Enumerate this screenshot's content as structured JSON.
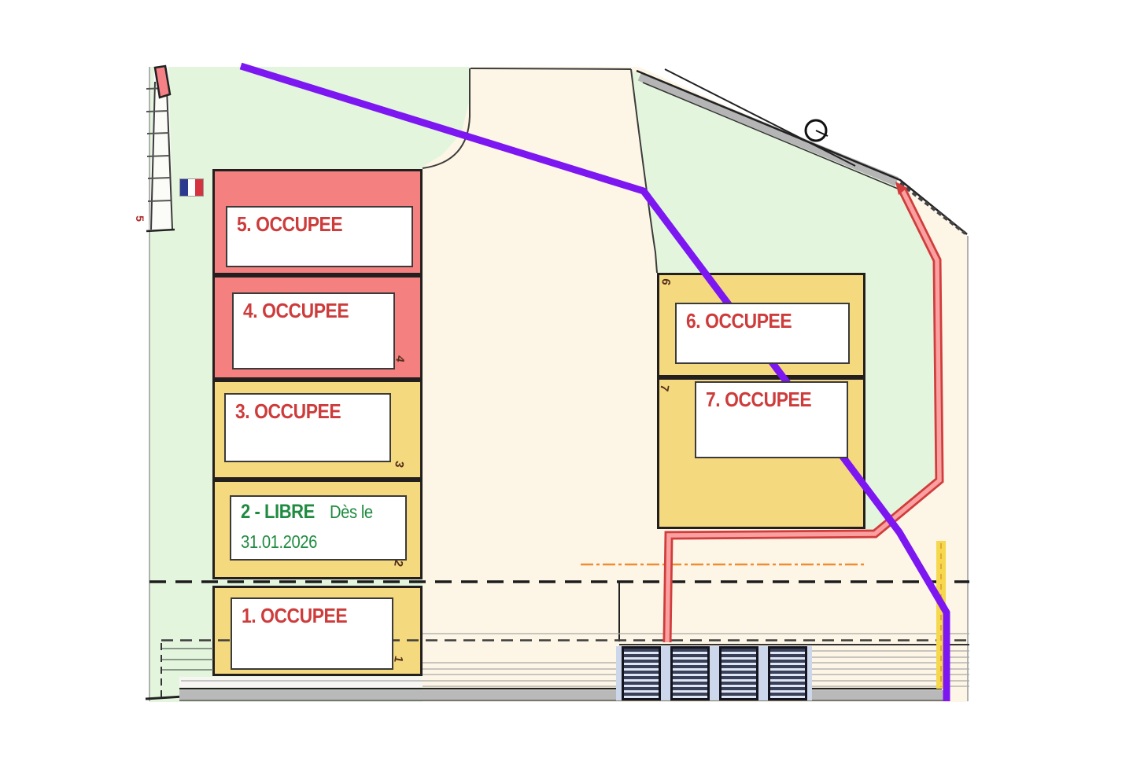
{
  "plan": {
    "plots": [
      {
        "num": "5",
        "label": "5. OCCUPEE",
        "status": "occupee"
      },
      {
        "num": "4",
        "label": "4. OCCUPEE",
        "status": "occupee"
      },
      {
        "num": "3",
        "label": "3. OCCUPEE",
        "status": "occupee"
      },
      {
        "num": "2",
        "label_primary": "2 - LIBRE",
        "label_secondary": "Dès le",
        "label_date": "31.01.2026",
        "status": "libre"
      },
      {
        "num": "1",
        "label": "1. OCCUPEE",
        "status": "occupee"
      },
      {
        "num": "6",
        "label": "6. OCCUPEE",
        "status": "occupee"
      },
      {
        "num": "7",
        "label": "7. OCCUPEE",
        "status": "occupee"
      }
    ],
    "edge_label": "5",
    "flag": "france-flag",
    "colors": {
      "zone_green": "#e4f5de",
      "zone_beige": "#fdf6e6",
      "plot_pink": "#f58080",
      "plot_yellow": "#f5d97e",
      "status_occupied_text": "#ce3b3b",
      "status_free_text": "#1f8b40",
      "utility_purple": "#7d17f2",
      "pipeline_red": "#d13c3c",
      "road_gray": "#b9b9b9",
      "marking_orange": "#ee8d33",
      "utility_yellow": "#f6d84e",
      "flag_blue": "#2b3a8f",
      "flag_red": "#d5333f"
    }
  }
}
